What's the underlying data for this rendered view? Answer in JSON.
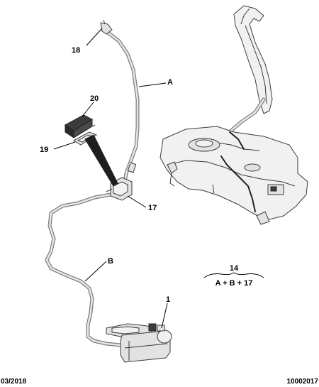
{
  "callouts": {
    "hose_a": "A",
    "hose_b": "B",
    "part_1": "1",
    "part_17": "17",
    "part_18": "18",
    "part_19": "19",
    "part_20": "20"
  },
  "assembly": {
    "number": "14",
    "formula": "A + B + 17"
  },
  "footer": {
    "date": "03/2018",
    "reference": "10002017"
  }
}
